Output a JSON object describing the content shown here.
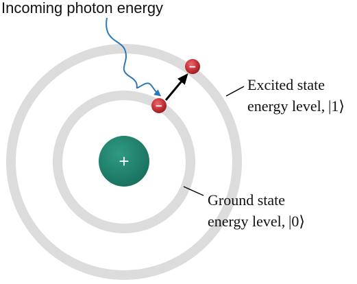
{
  "labels": {
    "incoming": "Incoming photon energy",
    "excited_line1": "Excited state",
    "excited_line2": "energy level,",
    "excited_ket": "|1⟩",
    "ground_line1": "Ground state",
    "ground_line2": "energy level,",
    "ground_ket": "|0⟩"
  },
  "symbols": {
    "nucleus": "+",
    "electron": "−"
  },
  "colors": {
    "orbit_ring": "#dcdcdc",
    "nucleus": "#1f7a66",
    "electron": "#c8323a",
    "photon_arrow": "#2c78b4",
    "transition_arrow": "#000000",
    "text": "#111111"
  }
}
